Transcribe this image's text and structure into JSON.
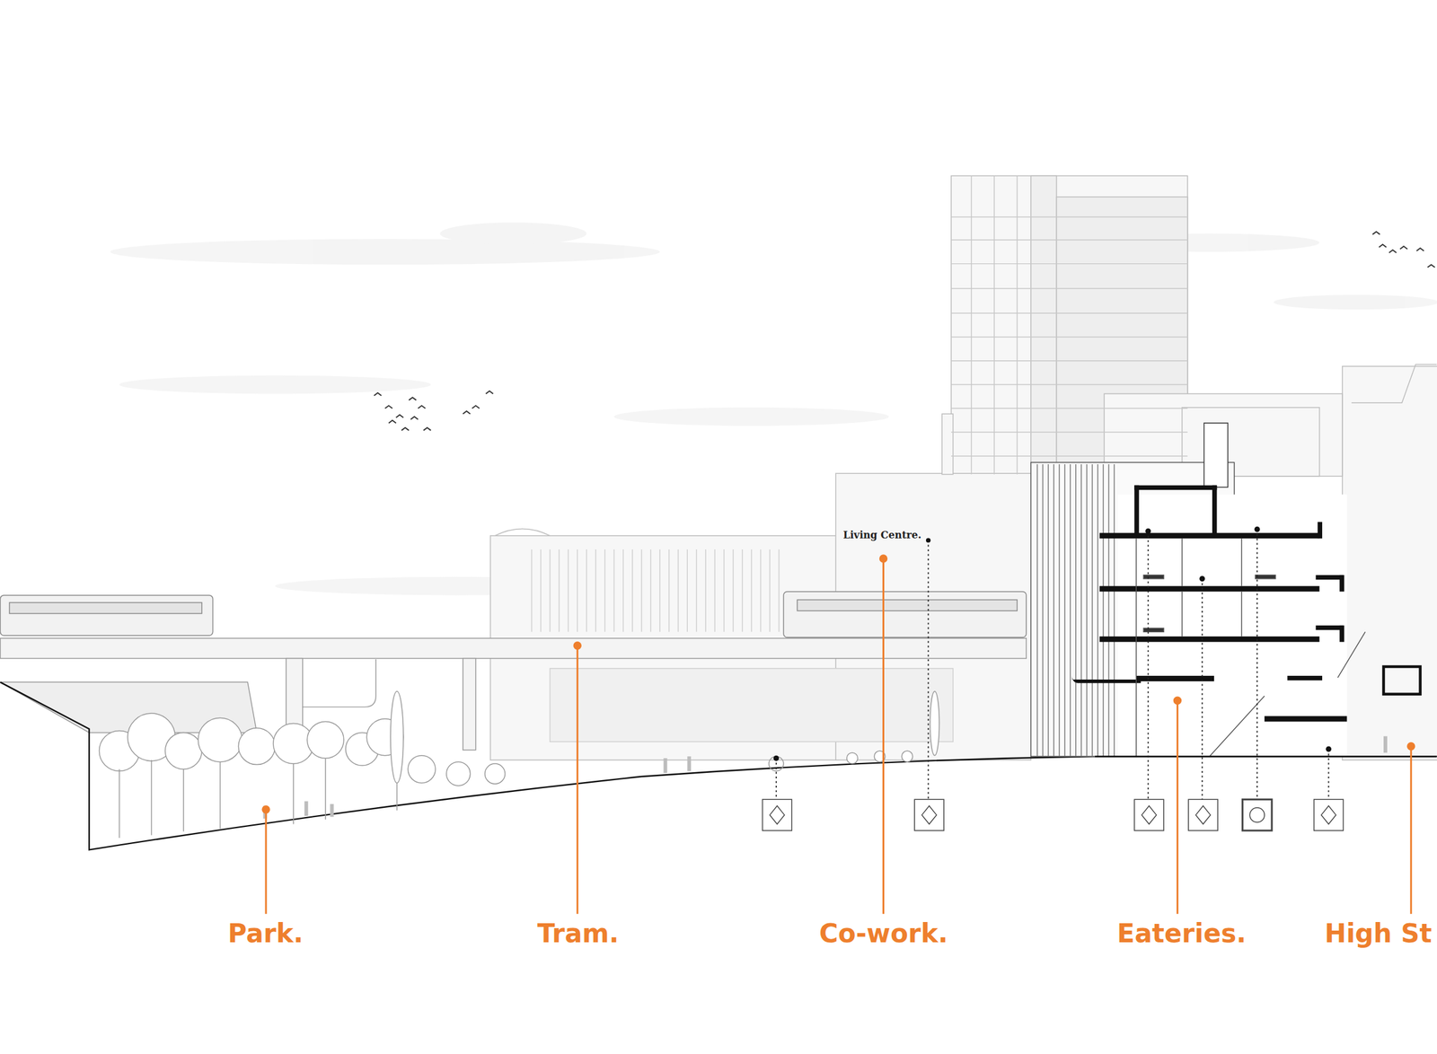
{
  "diagram": {
    "labels": [
      "Living Centre.",
      "Park.",
      "Tram.",
      "Co-work.",
      "Eateries.",
      "High St"
    ]
  }
}
